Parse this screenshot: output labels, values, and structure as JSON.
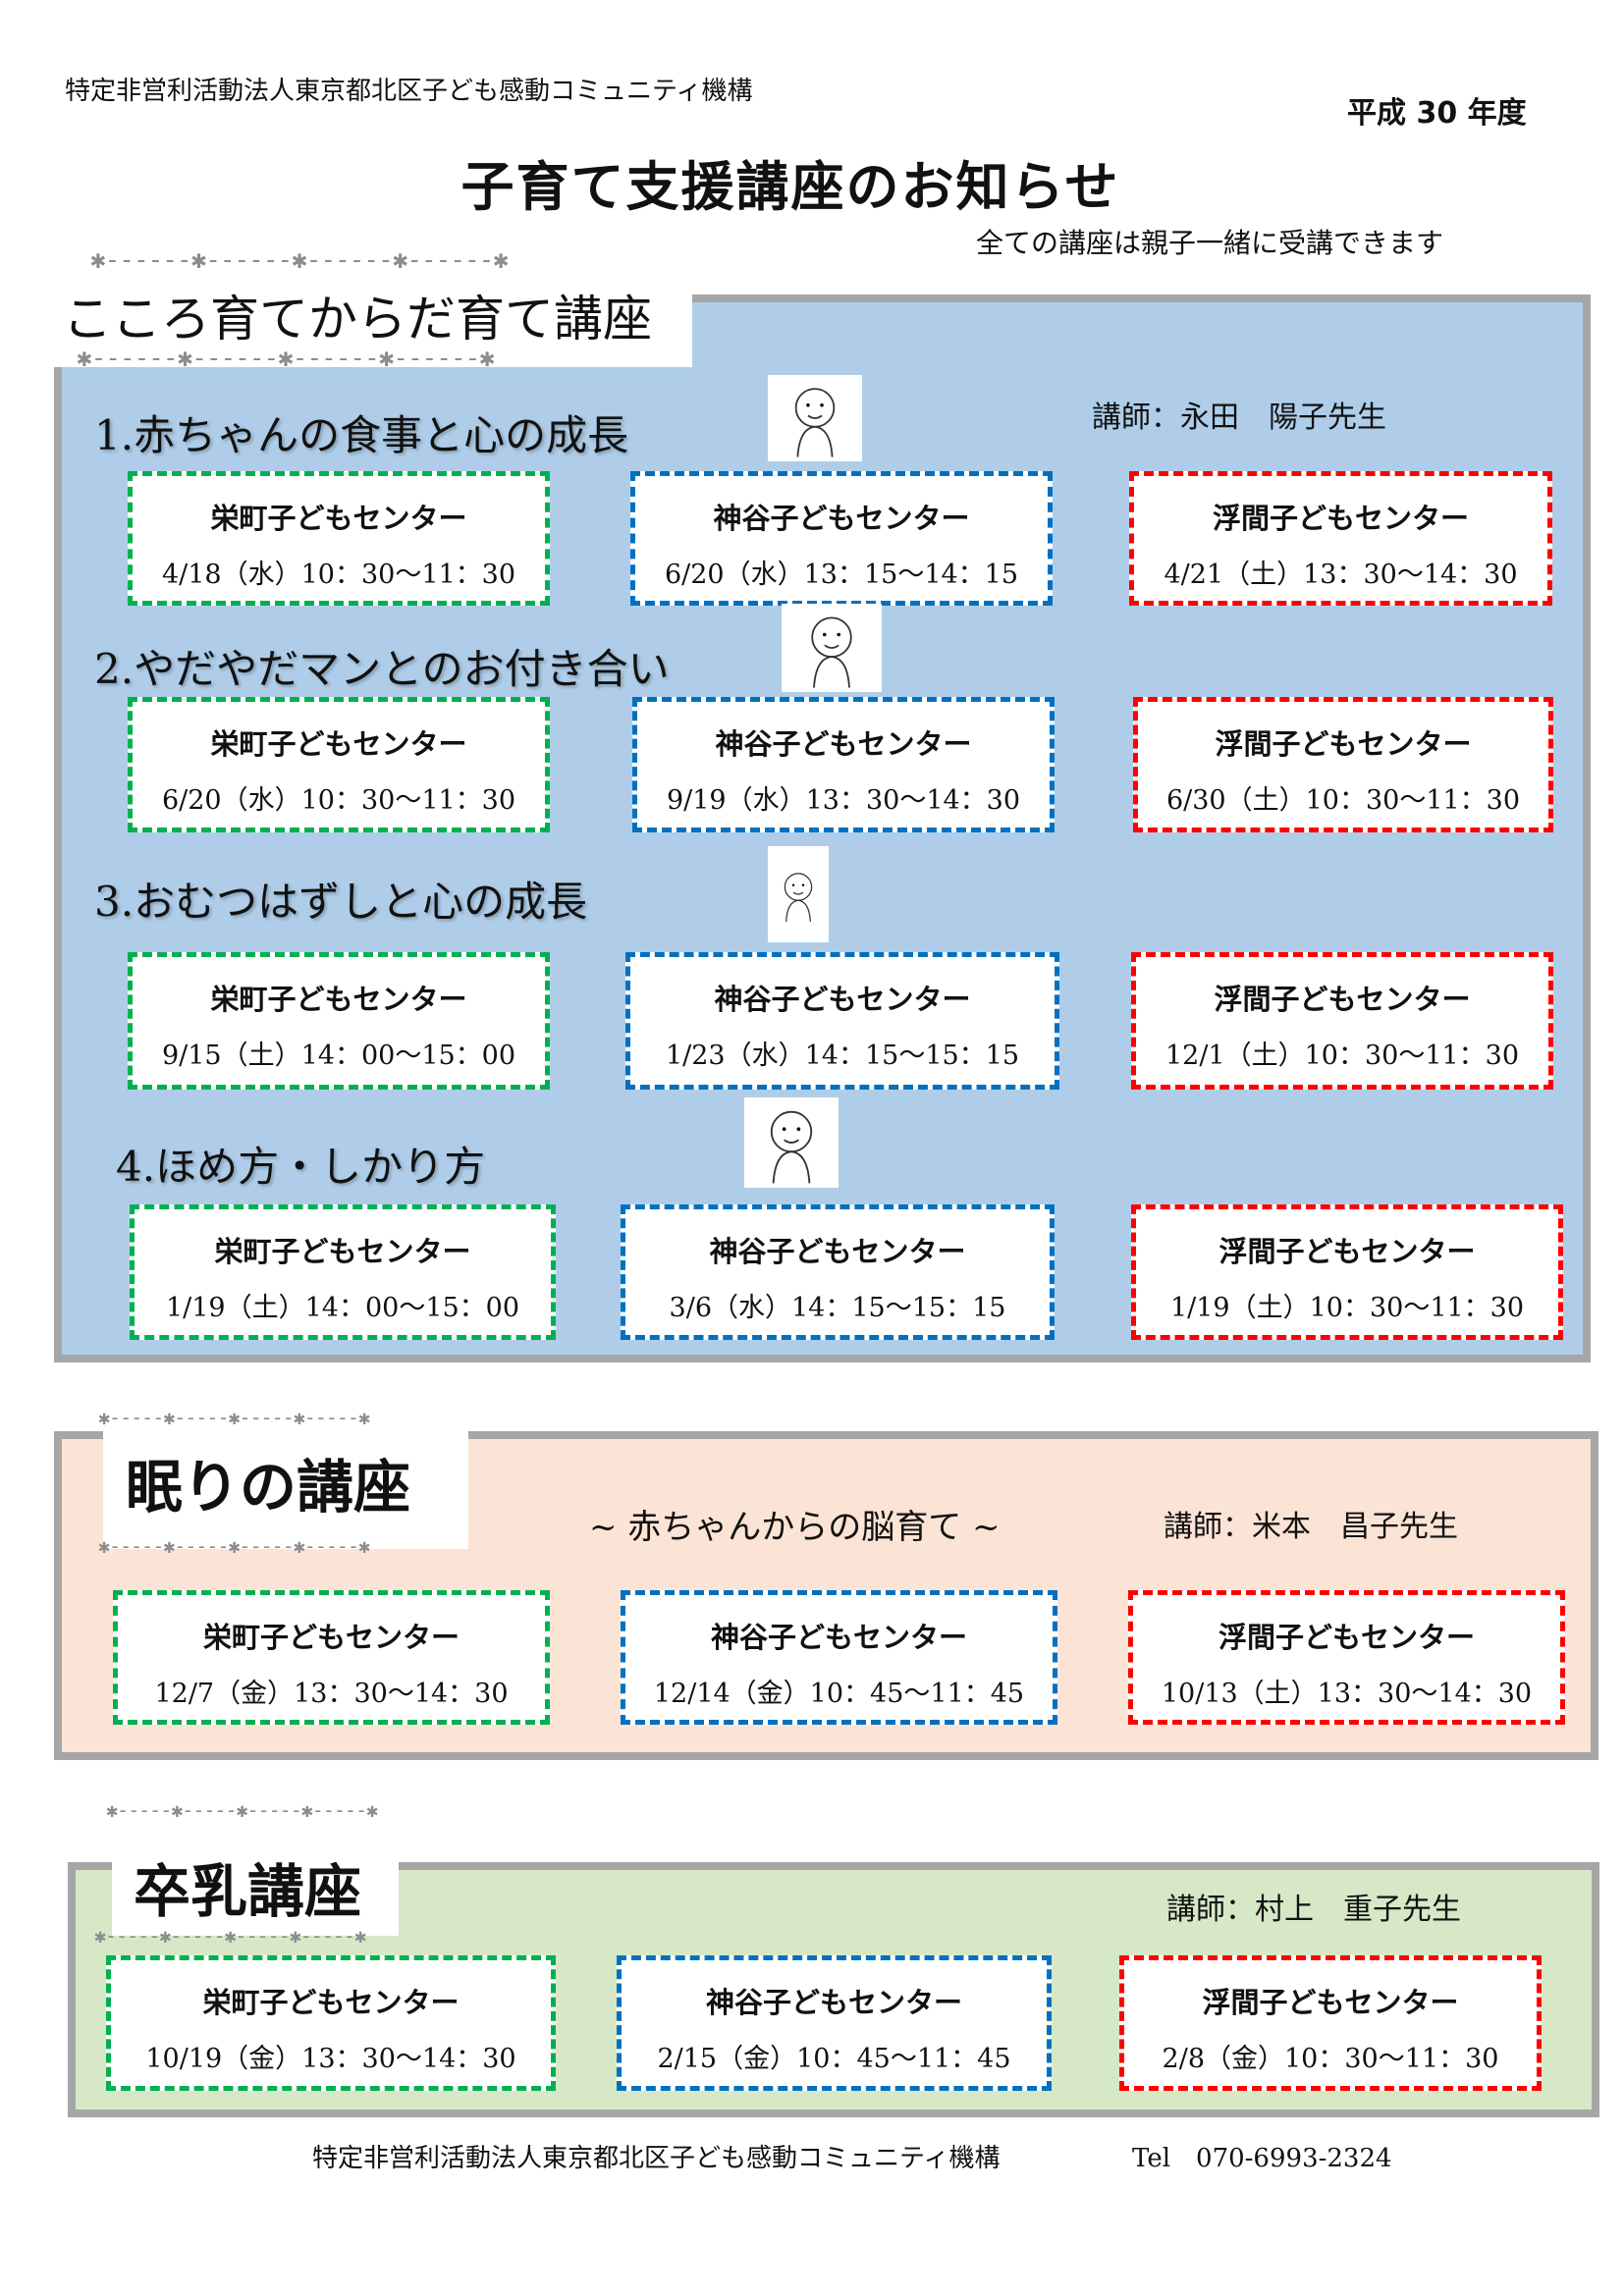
{
  "header": {
    "organization": "特定非営利活動法人東京都北区子ども感動コミュニティ機構",
    "fiscal_year": "平成 30 年度",
    "title": "子育て支援講座のお知らせ",
    "subtitle": "全ての講座は親子一緒に受講できます"
  },
  "colors": {
    "green": "#00b050",
    "blue": "#0070c0",
    "red": "#ff0000",
    "section1_bg": "#afcde9",
    "section2_bg": "#fbe4d5",
    "section3_bg": "#d6e8c6",
    "frame": "#a6a6a6"
  },
  "decor": {
    "stars_long": "✱------✱------✱------✱------✱",
    "stars_short": "✱-----✱-----✱-----✱-----✱"
  },
  "section1": {
    "label": "こころ育てからだ育て講座",
    "lecturer": "講師：永田　陽子先生",
    "courses": [
      {
        "title": "1.赤ちゃんの食事と心の成長",
        "illustration": "baby-eating-illustration",
        "sessions": [
          {
            "center": "栄町子どもセンター",
            "date": "4/18（水）10：30～11：30"
          },
          {
            "center": "神谷子どもセンター",
            "date": "6/20（水）13：15～14：15"
          },
          {
            "center": "浮間子どもセンター",
            "date": "4/21（土）13：30～14：30"
          }
        ]
      },
      {
        "title": "2.やだやだマンとのお付き合い",
        "illustration": "crying-child-illustration",
        "sessions": [
          {
            "center": "栄町子どもセンター",
            "date": "6/20（水）10：30～11：30"
          },
          {
            "center": "神谷子どもセンター",
            "date": "9/19（水）13：30～14：30"
          },
          {
            "center": "浮間子どもセンター",
            "date": "6/30（土）10：30～11：30"
          }
        ]
      },
      {
        "title": "3.おむつはずしと心の成長",
        "illustration": "potty-child-illustration",
        "sessions": [
          {
            "center": "栄町子どもセンター",
            "date": "9/15（土）14：00～15：00"
          },
          {
            "center": "神谷子どもセンター",
            "date": "1/23（水）14：15～15：15"
          },
          {
            "center": "浮間子どもセンター",
            "date": "12/1（土）10：30～11：30"
          }
        ]
      },
      {
        "title": "4.ほめ方・しかり方",
        "illustration": "two-children-illustration",
        "sessions": [
          {
            "center": "栄町子どもセンター",
            "date": "1/19（土）14：00～15：00"
          },
          {
            "center": "神谷子どもセンター",
            "date": "3/6（水）14：15～15：15"
          },
          {
            "center": "浮間子どもセンター",
            "date": "1/19（土）10：30～11：30"
          }
        ]
      }
    ]
  },
  "section2": {
    "label": "眠りの講座",
    "subtitle": "~ 赤ちゃんからの脳育て ~",
    "lecturer": "講師：米本　昌子先生",
    "sessions": [
      {
        "center": "栄町子どもセンター",
        "date": "12/7（金）13：30～14：30"
      },
      {
        "center": "神谷子どもセンター",
        "date": "12/14（金）10：45～11：45"
      },
      {
        "center": "浮間子どもセンター",
        "date": "10/13（土）13：30～14：30"
      }
    ]
  },
  "section3": {
    "label": "卒乳講座",
    "lecturer": "講師：村上　重子先生",
    "sessions": [
      {
        "center": "栄町子どもセンター",
        "date": "10/19（金）13：30～14：30"
      },
      {
        "center": "神谷子どもセンター",
        "date": "2/15（金）10：45～11：45"
      },
      {
        "center": "浮間子どもセンター",
        "date": "2/8（金）10：30～11：30"
      }
    ]
  },
  "footer": {
    "organization": "特定非営利活動法人東京都北区子ども感動コミュニティ機構",
    "tel": "Tel　070-6993-2324"
  }
}
